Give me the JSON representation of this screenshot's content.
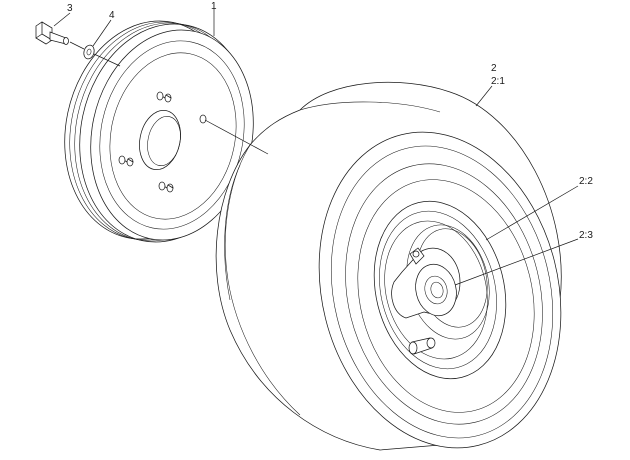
{
  "callouts": {
    "wheel_hub": "1",
    "wheel_assembly": "2",
    "tire": "2:1",
    "rim": "2:2",
    "bearing": "2:3",
    "bolt": "3",
    "washer": "4"
  }
}
